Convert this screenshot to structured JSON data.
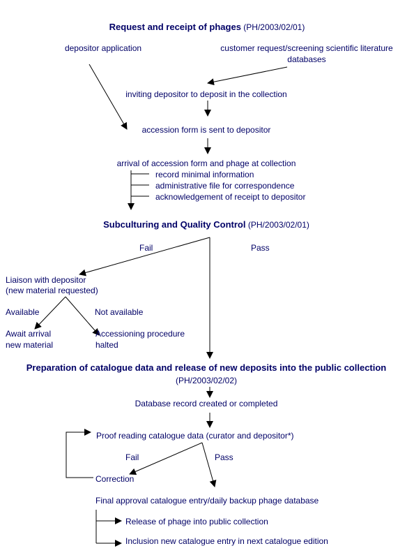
{
  "request": {
    "title": "Request and receipt of phages",
    "ref": "(PH/2003/02/01)",
    "depositor_application": "depositor application",
    "customer_request_1": "customer request/screening scientific literature",
    "customer_request_2": "databases",
    "inviting": "inviting depositor to deposit in the collection",
    "accession_form": "accession form is sent to depositor",
    "arrival": "arrival of accession form and phage at collection",
    "sub_steps": [
      "record minimal information",
      "administrative file for correspondence",
      "acknowledgement of receipt to depositor"
    ]
  },
  "qc": {
    "title": "Subculturing and Quality Control",
    "ref": "(PH/2003/02/01)",
    "fail": "Fail",
    "pass": "Pass",
    "liaison_1": "Liaison with depositor",
    "liaison_2": "(new material requested)",
    "available": "Available",
    "not_available": "Not available",
    "await_1": "Await arrival",
    "await_2": "new material",
    "halted_1": "Accessioning procedure",
    "halted_2": "halted"
  },
  "prep": {
    "title": "Preparation of catalogue data and release of new deposits into the public collection",
    "ref": "(PH/2003/02/02)",
    "db_record": "Database record created or completed",
    "proof": "Proof reading catalogue data (curator and depositor*)",
    "fail": "Fail",
    "pass": "Pass",
    "correction": "Correction",
    "final": "Final approval catalogue entry/daily backup phage database",
    "release": "Release of phage into public collection",
    "inclusion": "Inclusion new catalogue entry in next catalogue edition"
  }
}
